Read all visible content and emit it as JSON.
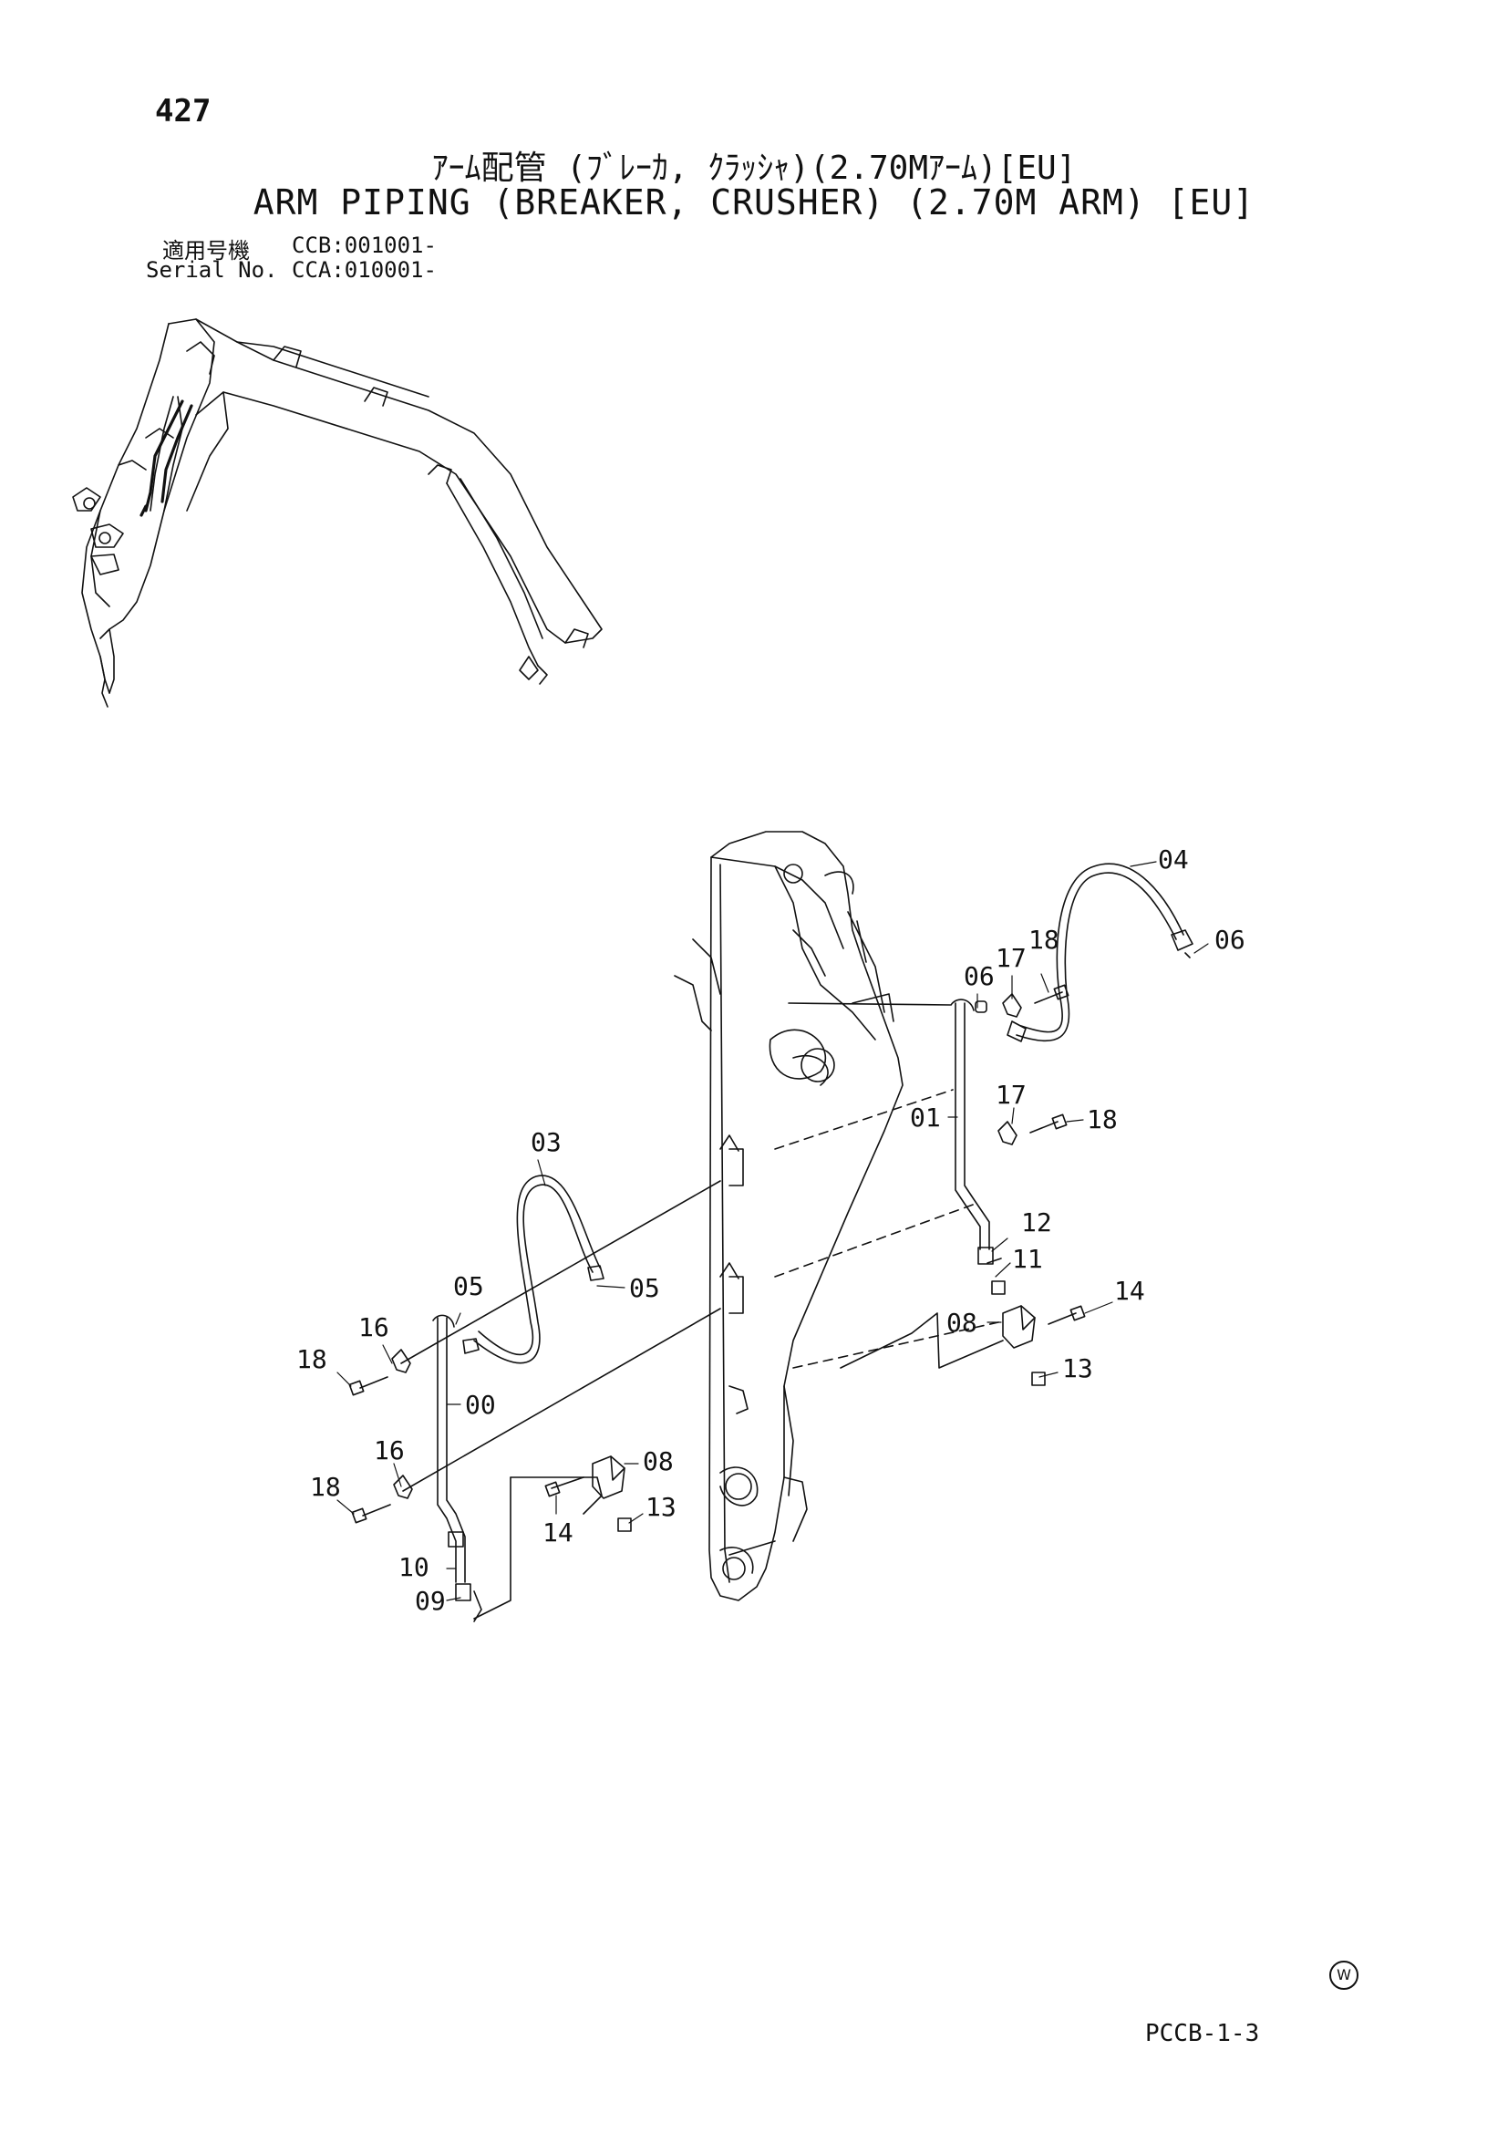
{
  "header": {
    "page_number": "427",
    "title_jp": "ｱｰﾑ配管 (ﾌﾞﾚｰｶ, ｸﾗｯｼｬ)(2.70Mｱｰﾑ)[EU]",
    "title_en": "ARM PIPING (BREAKER, CRUSHER) (2.70M ARM) [EU]",
    "serial_jp_label": "適用号機",
    "serial_jp_value": "CCB:001001-",
    "serial_en_label": "Serial No.",
    "serial_en_value": "CCA:010001-"
  },
  "footer": {
    "watermark": "W",
    "page_code": "PCCB-1-3"
  },
  "callouts": [
    {
      "id": "c-04a",
      "label": "04"
    },
    {
      "id": "c-06a",
      "label": "06"
    },
    {
      "id": "c-18a",
      "label": "18"
    },
    {
      "id": "c-17a",
      "label": "17"
    },
    {
      "id": "c-06b",
      "label": "06"
    },
    {
      "id": "c-01",
      "label": "01"
    },
    {
      "id": "c-17b",
      "label": "17"
    },
    {
      "id": "c-18b",
      "label": "18"
    },
    {
      "id": "c-03",
      "label": "03"
    },
    {
      "id": "c-12",
      "label": "12"
    },
    {
      "id": "c-11",
      "label": "11"
    },
    {
      "id": "c-05a",
      "label": "05"
    },
    {
      "id": "c-05b",
      "label": "05"
    },
    {
      "id": "c-14a",
      "label": "14"
    },
    {
      "id": "c-08a",
      "label": "08"
    },
    {
      "id": "c-16a",
      "label": "16"
    },
    {
      "id": "c-18c",
      "label": "18"
    },
    {
      "id": "c-13a",
      "label": "13"
    },
    {
      "id": "c-00",
      "label": "00"
    },
    {
      "id": "c-16b",
      "label": "16"
    },
    {
      "id": "c-08b",
      "label": "08"
    },
    {
      "id": "c-18d",
      "label": "18"
    },
    {
      "id": "c-13b",
      "label": "13"
    },
    {
      "id": "c-14b",
      "label": "14"
    },
    {
      "id": "c-10",
      "label": "10"
    },
    {
      "id": "c-09",
      "label": "09"
    }
  ]
}
